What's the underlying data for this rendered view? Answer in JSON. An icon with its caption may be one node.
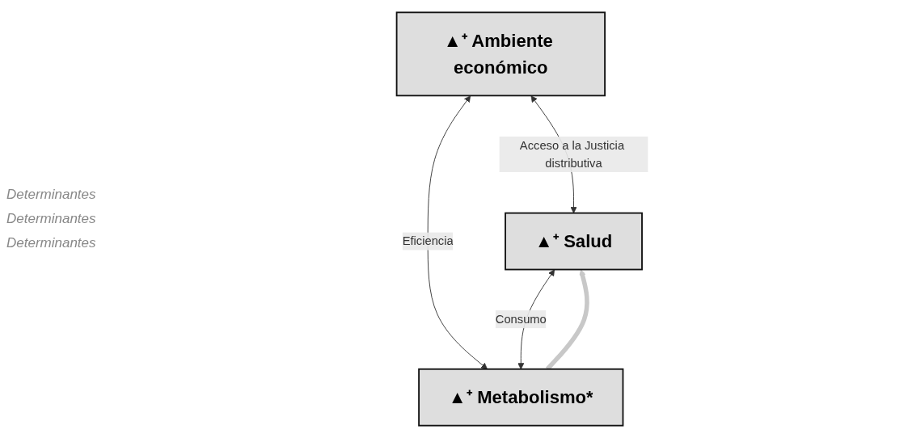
{
  "diagram": {
    "nodes": [
      {
        "text": [
          "▲⁺ Ambiente económico"
        ]
      },
      {
        "text": [
          "▲⁺ Salud"
        ]
      },
      {
        "text": [
          "▲⁺ Metabolismo*"
        ]
      }
    ],
    "edges": [
      {
        "from": 0,
        "to": 1,
        "arrow": "both",
        "label": "Acceso a la Justicia distributiva"
      },
      {
        "from": 0,
        "to": 2,
        "arrow": "both",
        "label": "Eficiencia"
      },
      {
        "from": 1,
        "to": 2,
        "arrow": "both",
        "label": "Consumo"
      },
      {
        "from": 2,
        "to": 1,
        "arrow": "to",
        "style": "thick",
        "color": "#c8c8c8"
      }
    ],
    "labels": [
      "Determinantes",
      "Determinantes",
      "Determinantes"
    ]
  }
}
